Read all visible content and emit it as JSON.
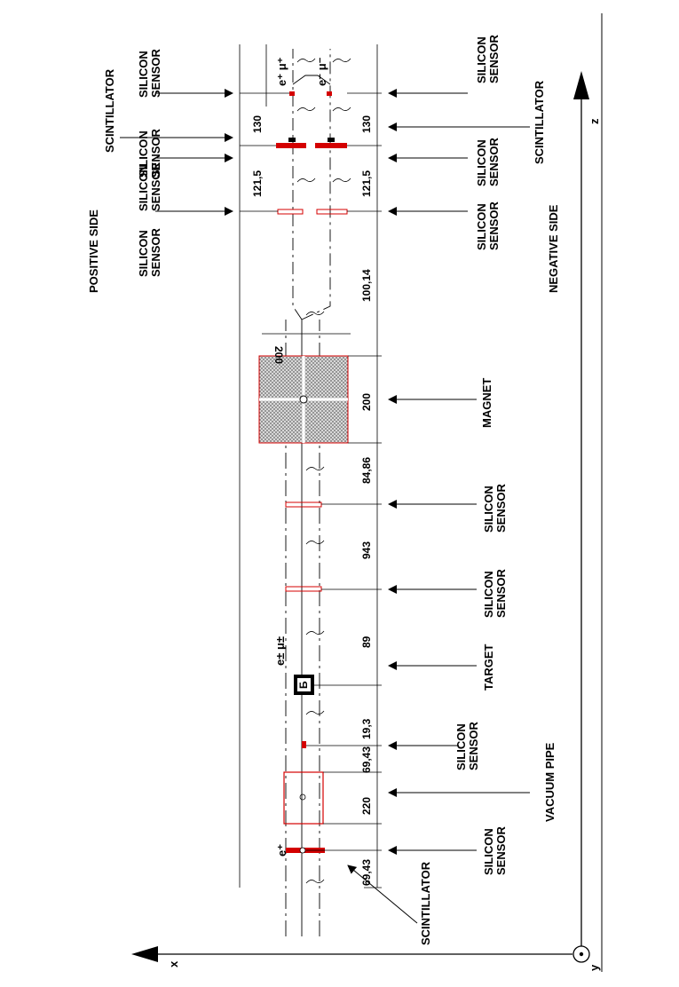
{
  "orientation_note": "",
  "annotations": {
    "positive_side": "POSITIVE SIDE",
    "negative_side": "NEGATIVE SIDE",
    "silicon_sensor_1": "SILICON",
    "silicon_sensor_2": "SENSOR",
    "scintillator": "SCINTILLATOR",
    "magnet": "MAGNET",
    "target": "TARGET",
    "vacuum_pipe": "VACUUM PIPE",
    "target_marker": "Б"
  },
  "particles": {
    "e_plus": "e⁺",
    "e_pm_mu_pm": "e± μ±",
    "e_plus_mu_plus": "e⁺ μ⁺",
    "e_minus_mu_minus": "e⁻ μ⁻"
  },
  "axes": {
    "x": "x",
    "y": "y",
    "z": "z"
  },
  "dimensions": {
    "d1": "69,43",
    "d2": "220",
    "d3": "69,43",
    "d4": "19,3",
    "d5": "89",
    "d6": "943",
    "d7": "84,86",
    "d8": "200",
    "d9": "200",
    "d10": "100,14",
    "d11": "121,5",
    "d12": "130",
    "d13": "121,5",
    "d14": "130"
  },
  "colors": {
    "component": "#d40000",
    "line": "#000000",
    "magnet_fill": "#b8b8b8"
  }
}
